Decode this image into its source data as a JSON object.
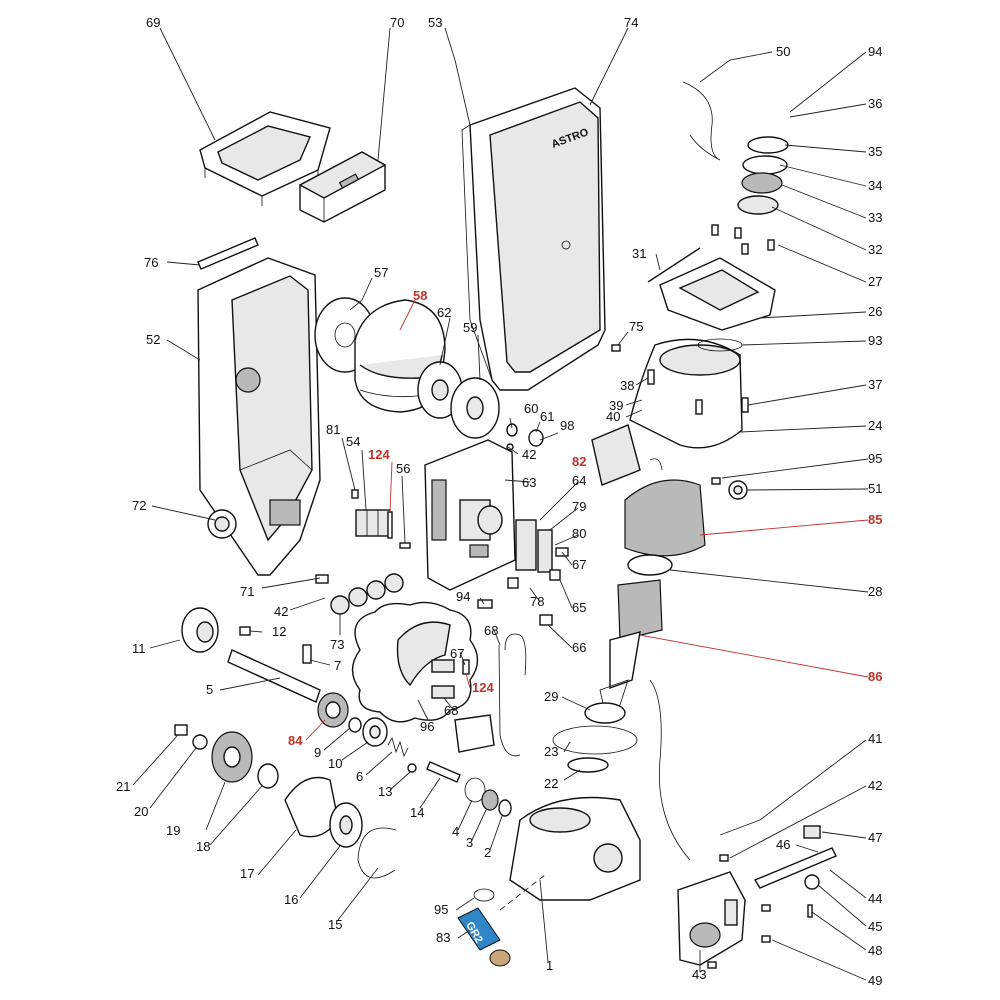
{
  "diagram": {
    "highlight_color": "#c0322b",
    "tag_color": "#2e86c8",
    "tag_text": "GR2",
    "labels": [
      {
        "id": "69",
        "text": "69"
      },
      {
        "id": "70",
        "text": "70"
      },
      {
        "id": "53",
        "text": "53"
      },
      {
        "id": "74",
        "text": "74"
      },
      {
        "id": "50",
        "text": "50"
      },
      {
        "id": "94a",
        "text": "94"
      },
      {
        "id": "36",
        "text": "36"
      },
      {
        "id": "35",
        "text": "35"
      },
      {
        "id": "34",
        "text": "34"
      },
      {
        "id": "33",
        "text": "33"
      },
      {
        "id": "32",
        "text": "32"
      },
      {
        "id": "27",
        "text": "27"
      },
      {
        "id": "31",
        "text": "31"
      },
      {
        "id": "26",
        "text": "26"
      },
      {
        "id": "76",
        "text": "76"
      },
      {
        "id": "57",
        "text": "57"
      },
      {
        "id": "58",
        "text": "58",
        "red": true
      },
      {
        "id": "62",
        "text": "62"
      },
      {
        "id": "59",
        "text": "59"
      },
      {
        "id": "75",
        "text": "75"
      },
      {
        "id": "93",
        "text": "93"
      },
      {
        "id": "52",
        "text": "52"
      },
      {
        "id": "38",
        "text": "38"
      },
      {
        "id": "37",
        "text": "37"
      },
      {
        "id": "39",
        "text": "39"
      },
      {
        "id": "40",
        "text": "40"
      },
      {
        "id": "60",
        "text": "60"
      },
      {
        "id": "61",
        "text": "61"
      },
      {
        "id": "98",
        "text": "98"
      },
      {
        "id": "24",
        "text": "24"
      },
      {
        "id": "81",
        "text": "81"
      },
      {
        "id": "54",
        "text": "54"
      },
      {
        "id": "124a",
        "text": "124",
        "red": true
      },
      {
        "id": "56",
        "text": "56"
      },
      {
        "id": "42a",
        "text": "42"
      },
      {
        "id": "82",
        "text": "82",
        "red": true
      },
      {
        "id": "95a",
        "text": "95"
      },
      {
        "id": "63",
        "text": "63"
      },
      {
        "id": "51",
        "text": "51"
      },
      {
        "id": "64",
        "text": "64"
      },
      {
        "id": "72",
        "text": "72"
      },
      {
        "id": "79",
        "text": "79"
      },
      {
        "id": "85",
        "text": "85",
        "red": true
      },
      {
        "id": "80",
        "text": "80"
      },
      {
        "id": "67a",
        "text": "67"
      },
      {
        "id": "71",
        "text": "71"
      },
      {
        "id": "28",
        "text": "28"
      },
      {
        "id": "42b",
        "text": "42"
      },
      {
        "id": "94b",
        "text": "94"
      },
      {
        "id": "78",
        "text": "78"
      },
      {
        "id": "65",
        "text": "65"
      },
      {
        "id": "11",
        "text": "11"
      },
      {
        "id": "12",
        "text": "12"
      },
      {
        "id": "73",
        "text": "73"
      },
      {
        "id": "68a",
        "text": "68"
      },
      {
        "id": "66",
        "text": "66"
      },
      {
        "id": "7",
        "text": "7"
      },
      {
        "id": "67b",
        "text": "67"
      },
      {
        "id": "86",
        "text": "86",
        "red": true
      },
      {
        "id": "5",
        "text": "5"
      },
      {
        "id": "124b",
        "text": "124",
        "red": true
      },
      {
        "id": "29",
        "text": "29"
      },
      {
        "id": "96",
        "text": "96"
      },
      {
        "id": "68b",
        "text": "68"
      },
      {
        "id": "84",
        "text": "84",
        "red": true
      },
      {
        "id": "9",
        "text": "9"
      },
      {
        "id": "23",
        "text": "23"
      },
      {
        "id": "10",
        "text": "10"
      },
      {
        "id": "6",
        "text": "6"
      },
      {
        "id": "41",
        "text": "41"
      },
      {
        "id": "21",
        "text": "21"
      },
      {
        "id": "22",
        "text": "22"
      },
      {
        "id": "13",
        "text": "13"
      },
      {
        "id": "42c",
        "text": "42"
      },
      {
        "id": "20",
        "text": "20"
      },
      {
        "id": "14",
        "text": "14"
      },
      {
        "id": "4",
        "text": "4"
      },
      {
        "id": "19",
        "text": "19"
      },
      {
        "id": "3",
        "text": "3"
      },
      {
        "id": "47",
        "text": "47"
      },
      {
        "id": "18",
        "text": "18"
      },
      {
        "id": "2",
        "text": "2"
      },
      {
        "id": "46",
        "text": "46"
      },
      {
        "id": "17",
        "text": "17"
      },
      {
        "id": "44",
        "text": "44"
      },
      {
        "id": "16",
        "text": "16"
      },
      {
        "id": "95b",
        "text": "95"
      },
      {
        "id": "45",
        "text": "45"
      },
      {
        "id": "15",
        "text": "15"
      },
      {
        "id": "83",
        "text": "83"
      },
      {
        "id": "48",
        "text": "48"
      },
      {
        "id": "1",
        "text": "1"
      },
      {
        "id": "43",
        "text": "43"
      },
      {
        "id": "49",
        "text": "49"
      }
    ]
  }
}
